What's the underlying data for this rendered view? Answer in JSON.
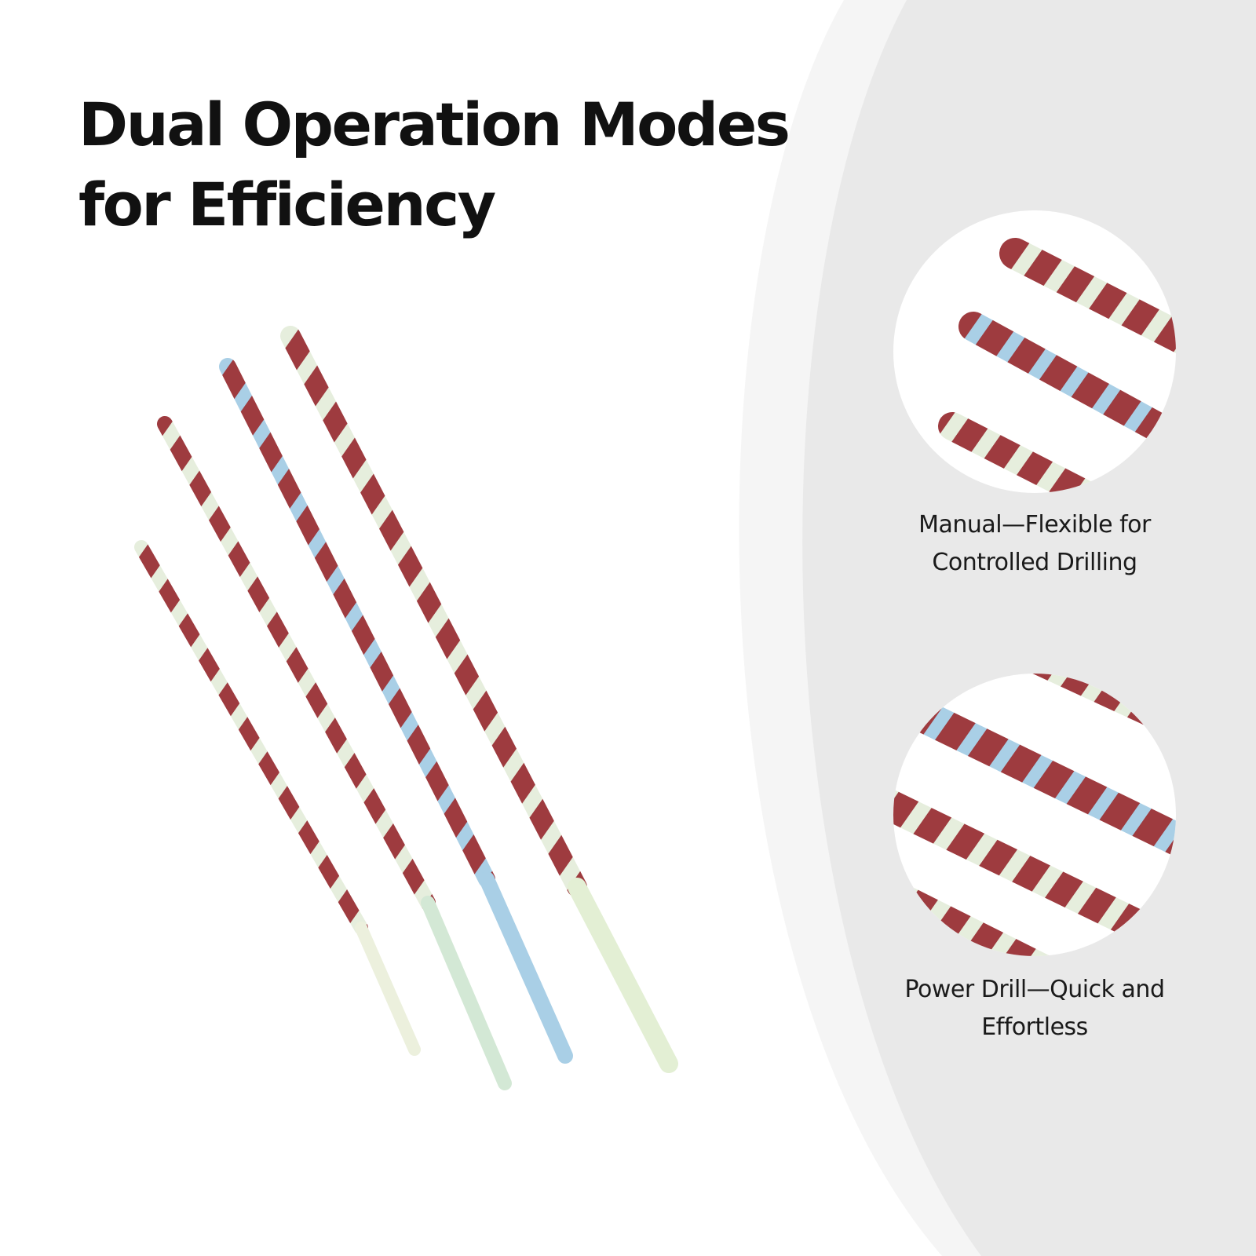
{
  "headline": {
    "line1": "Dual Operation Modes",
    "line2": "for Efficiency"
  },
  "modes": [
    {
      "line1": "Manual—Flexible for",
      "line2": "Controlled Drilling",
      "image": "zoomed-tips-of-spiral-sanding-sticks"
    },
    {
      "line1": "Power Drill—Quick and",
      "line2": "Effortless",
      "image": "zoomed-mid-sections-of-spiral-sanding-sticks"
    }
  ],
  "colors": {
    "page_background": "#ffffff",
    "panel_background": "#e9e9e9",
    "abrasive_red": "#9e3b3f",
    "rod_clear": "#e6eedd",
    "rod_blue": "#a9cfe6",
    "rod_green": "#d3e8d5",
    "text": "#111111"
  },
  "product_image": "four-spiral-wrapped-abrasive-sanding-sticks"
}
